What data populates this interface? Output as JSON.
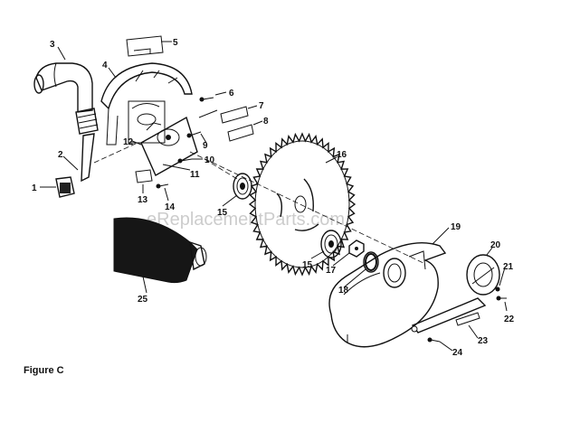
{
  "figure": {
    "caption": "Figure C"
  },
  "watermark": "eReplacementParts.com",
  "callouts": [
    {
      "id": "1",
      "text": "1"
    },
    {
      "id": "2",
      "text": "2"
    },
    {
      "id": "3",
      "text": "3"
    },
    {
      "id": "4",
      "text": "4"
    },
    {
      "id": "5",
      "text": "5"
    },
    {
      "id": "6",
      "text": "6"
    },
    {
      "id": "7",
      "text": "7"
    },
    {
      "id": "8",
      "text": "8"
    },
    {
      "id": "9",
      "text": "9"
    },
    {
      "id": "10",
      "text": "10"
    },
    {
      "id": "11",
      "text": "11"
    },
    {
      "id": "12",
      "text": "12"
    },
    {
      "id": "13",
      "text": "13"
    },
    {
      "id": "14",
      "text": "14"
    },
    {
      "id": "15a",
      "text": "15"
    },
    {
      "id": "15b",
      "text": "15"
    },
    {
      "id": "16",
      "text": "16"
    },
    {
      "id": "17",
      "text": "17"
    },
    {
      "id": "18",
      "text": "18"
    },
    {
      "id": "19",
      "text": "19"
    },
    {
      "id": "20",
      "text": "20"
    },
    {
      "id": "21",
      "text": "21"
    },
    {
      "id": "22",
      "text": "22"
    },
    {
      "id": "23",
      "text": "23"
    },
    {
      "id": "24",
      "text": "24"
    },
    {
      "id": "25",
      "text": "25"
    }
  ]
}
